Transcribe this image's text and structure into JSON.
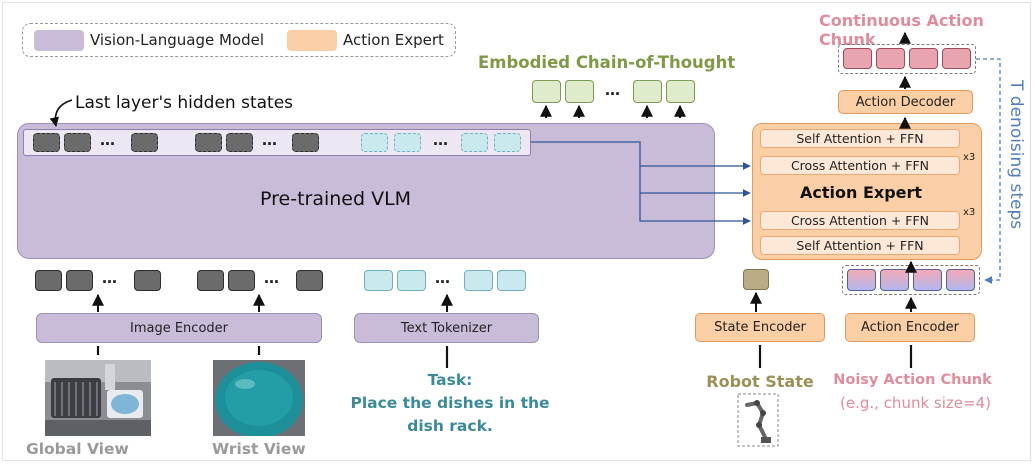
{
  "legend": {
    "vlm_label": "Vision-Language Model",
    "expert_label": "Action Expert",
    "vlm_color": "#c9bcd9",
    "expert_color": "#fbcfa5"
  },
  "vlm": {
    "title": "Pre-trained VLM",
    "hidden_states_label": "Last layer's hidden states"
  },
  "ecot": {
    "title": "Embodied Chain-of-Thought"
  },
  "inputs": {
    "image_encoder": "Image Encoder",
    "text_tokenizer": "Text Tokenizer",
    "global_view": "Global View",
    "wrist_view": "Wrist View",
    "task_title": "Task:",
    "task_line1": "Place the dishes in the",
    "task_line2": "dish rack."
  },
  "expert": {
    "title": "Action Expert",
    "layers": [
      "Self Attention + FFN",
      "Cross Attention + FFN",
      "Cross Attention + FFN",
      "Self Attention + FFN"
    ],
    "repeat": "x3",
    "action_decoder": "Action Decoder",
    "state_encoder": "State Encoder",
    "action_encoder": "Action Encoder"
  },
  "outputs": {
    "continuous_chunk": "Continuous Action Chunk",
    "denoising": "T denoising steps"
  },
  "bottom": {
    "robot_state": "Robot State",
    "noisy_chunk": "Noisy Action Chunk",
    "chunk_size": "(e.g., chunk size=4)"
  },
  "colors": {
    "ecot_green": "#7e9a45",
    "task_teal": "#3b8a99",
    "robot_state_olive": "#9c9056",
    "noisy_pink": "#e08c9c",
    "denoise_blue": "#4f7fc0",
    "view_gray": "#9a9a9a"
  }
}
